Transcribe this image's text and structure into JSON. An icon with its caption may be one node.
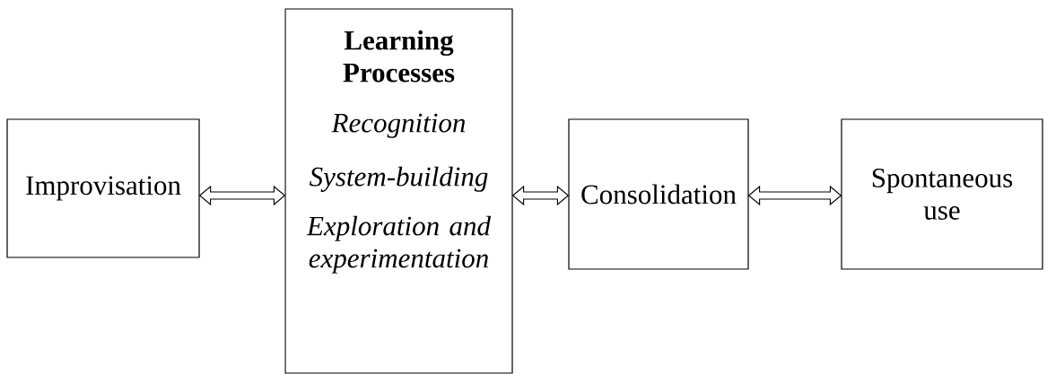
{
  "diagram": {
    "nodes": [
      {
        "text": [
          "Improvisation"
        ]
      },
      {
        "text": [
          "Learning Processes",
          "Recognition",
          "System-building",
          "Exploration and experimentation"
        ]
      },
      {
        "text": [
          "Consolidation"
        ]
      },
      {
        "text": [
          "Spontaneous use"
        ]
      }
    ],
    "edges": [
      {
        "from": 0,
        "to": 1,
        "arrow": "both"
      },
      {
        "from": 1,
        "to": 2,
        "arrow": "both"
      },
      {
        "from": 2,
        "to": 3,
        "arrow": "both"
      }
    ]
  }
}
